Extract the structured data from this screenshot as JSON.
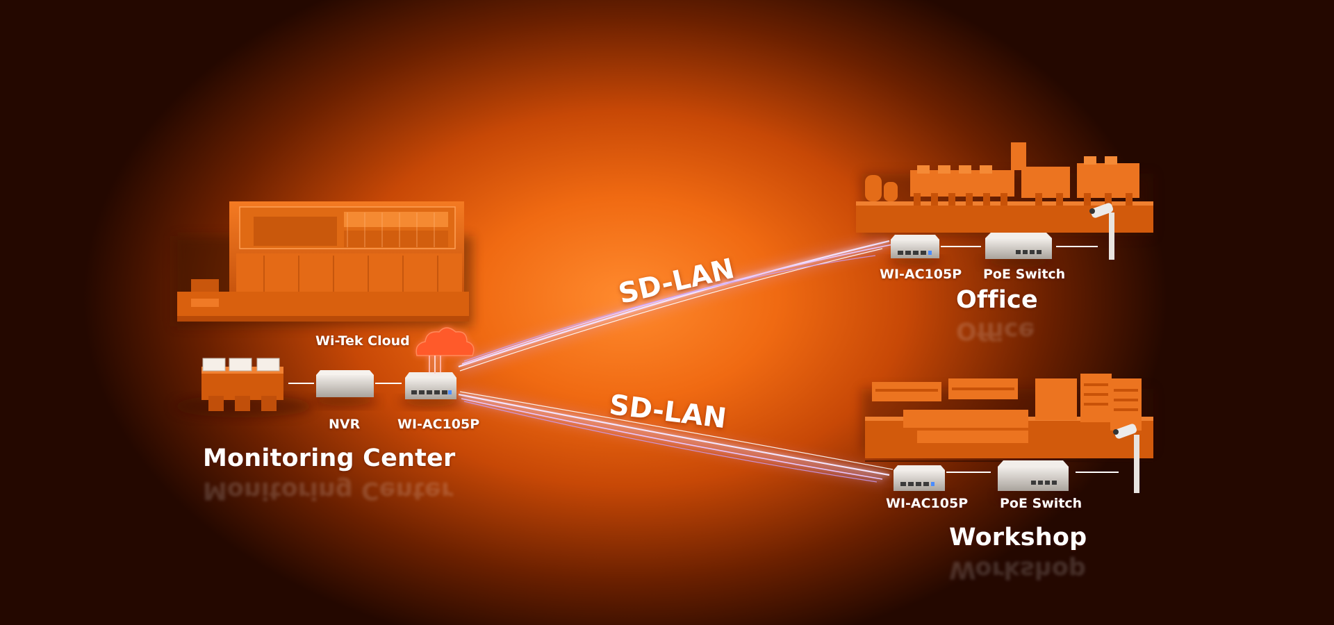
{
  "colors": {
    "background_glow": "#ff8a2e",
    "background_dark": "#240800",
    "link_glow": "#e9c8ff",
    "label_text": "#ffffff",
    "device_silver": "#d7d2cc",
    "model_orange": "#e8640f"
  },
  "labels": {
    "cloud": "Wi-Tek Cloud",
    "link_top": "SD-LAN",
    "link_bottom": "SD-LAN"
  },
  "monitoring_center": {
    "title": "Monitoring Center",
    "nvr_label": "NVR",
    "router_label": "WI-AC105P"
  },
  "office": {
    "title": "Office",
    "router_label": "WI-AC105P",
    "switch_label": "PoE Switch"
  },
  "workshop": {
    "title": "Workshop",
    "router_label": "WI-AC105P",
    "switch_label": "PoE Switch"
  }
}
